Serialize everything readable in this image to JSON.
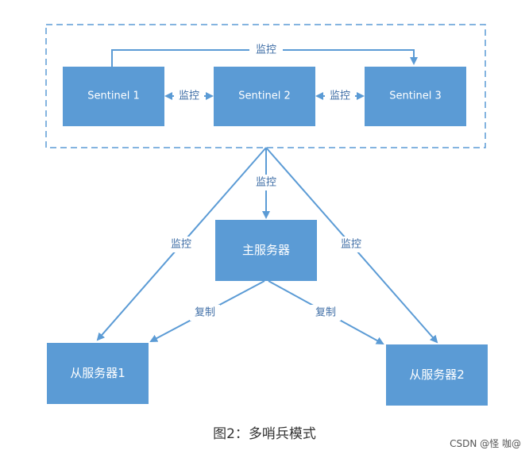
{
  "colors": {
    "node_fill": "#5b9bd5",
    "node_text": "#ffffff",
    "edge": "#5b9bd5",
    "group_border": "#5b9bd5"
  },
  "nodes": {
    "sentinel1": "Sentinel 1",
    "sentinel2": "Sentinel 2",
    "sentinel3": "Sentinel 3",
    "master": "主服务器",
    "slave1": "从服务器1",
    "slave2": "从服务器2"
  },
  "edges": {
    "monitor_top": "监控",
    "monitor_s1_s2": "监控",
    "monitor_s2_s3": "监控",
    "monitor_master": "监控",
    "monitor_slave1": "监控",
    "monitor_slave2": "监控",
    "replicate_slave1": "复制",
    "replicate_slave2": "复制"
  },
  "caption": "图2：多哨兵模式",
  "watermark": "CSDN @怪 咖@"
}
